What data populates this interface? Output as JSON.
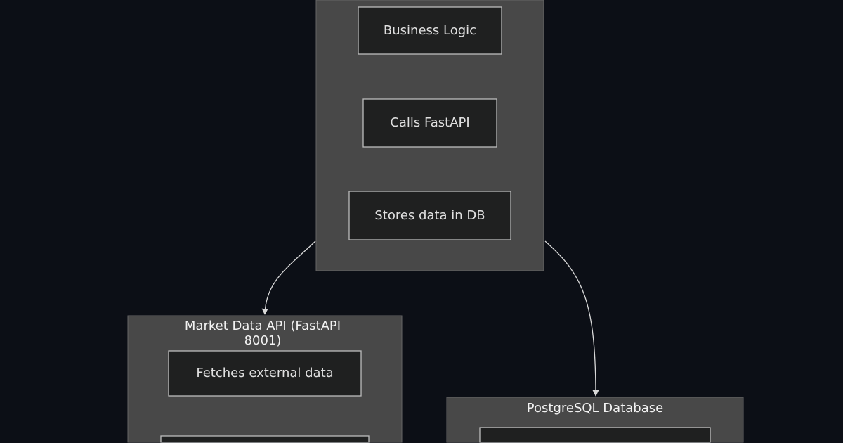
{
  "clusters": {
    "backend": {
      "nodes": [
        "Business Logic",
        "Calls FastAPI",
        "Stores data in DB"
      ]
    },
    "market_api": {
      "title_line1": "Market Data API (FastAPI",
      "title_line2": "8001)",
      "nodes": [
        "Fetches external data",
        ""
      ]
    },
    "postgres": {
      "title": "PostgreSQL Database"
    }
  },
  "colors": {
    "background": "#0c0f16",
    "cluster_fill": "#484848",
    "node_fill": "#1f2020",
    "edge": "#d8d8d8"
  }
}
